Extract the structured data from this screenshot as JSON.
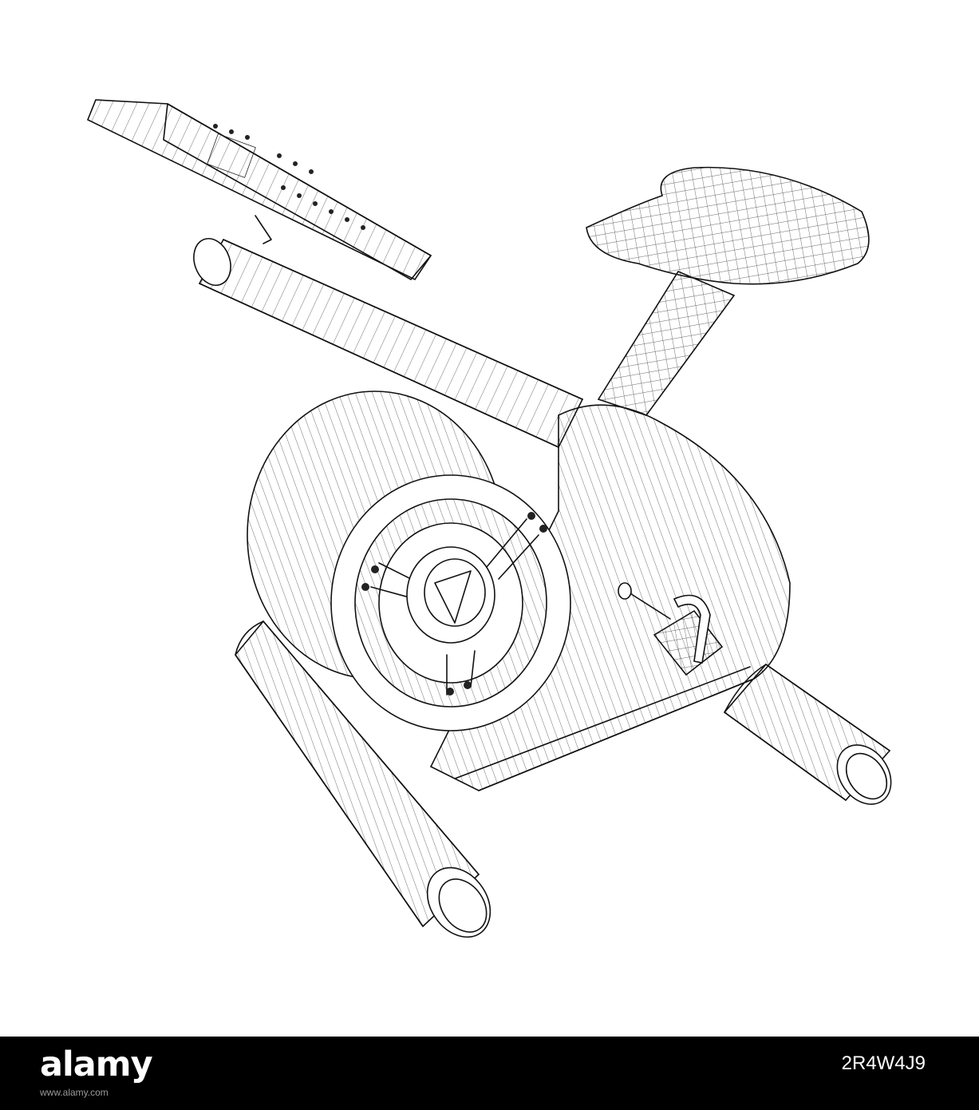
{
  "illustration": {
    "subject": "Wireframe exercise bike"
  },
  "footer": {
    "logo": "alamy",
    "image_id": "2R4W4J9",
    "credit": "www.alamy.com"
  },
  "colors": {
    "background": "#ffffff",
    "line": "#111111",
    "footer_bg": "#000000",
    "footer_text": "#ffffff"
  }
}
